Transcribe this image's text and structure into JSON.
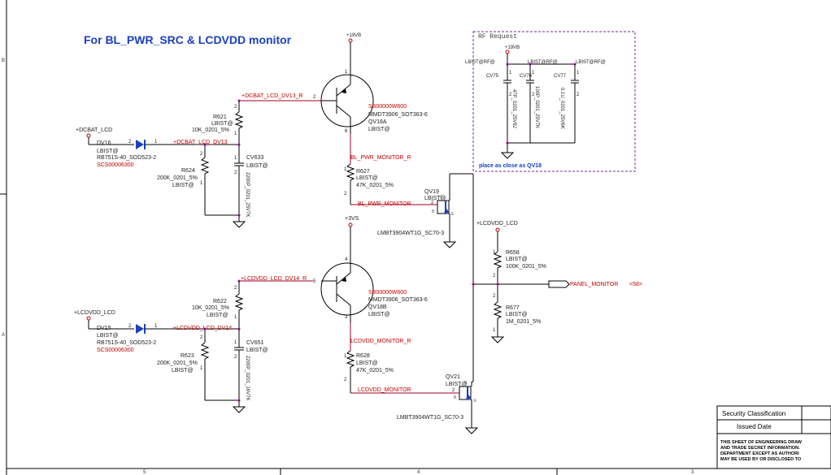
{
  "title": "For BL_PWR_SRC & LCDVDD monitor",
  "frame": {
    "left_a": "B",
    "left_b": "A",
    "bottom_1": "5",
    "bottom_2": "4",
    "bottom_3": "3"
  },
  "rf": {
    "title": "RF Request",
    "rail": "+19VB",
    "bist1": "LBIST@RF@",
    "bist2": "LBIST@RF@",
    "bist3": "LBIST@RF@",
    "c1_ref": "CV75",
    "c1_val": "47P_0201_25V8J",
    "c2_ref": "CV76",
    "c2_val": "100P_0201_25V7K",
    "c3_ref": "CV77",
    "c3_val": "0.1U_0201_25V6K",
    "note": "place as close as QV18"
  },
  "top": {
    "rail": "+19VB",
    "in_net": "+DCBAT_LCD",
    "diode_ref": "DV16",
    "diode_bist": "LBIST@",
    "diode_part": "RB751S-40_SOD523-2",
    "diode_scs": "SCS00006300",
    "diode_out_net": "+DCBAT_LCD_DV13",
    "base_net": "+DCBAT_LCD_DV13_R",
    "r621_ref": "R621",
    "r621_bist": "LBIST@",
    "r621_val": "10K_0201_5%",
    "r624_ref": "R624",
    "r624_val": "200K_0201_5%",
    "r624_bist": "LBIST@",
    "cv633_ref": "CV633",
    "cv633_bist": "LBIST@",
    "cv633_val": "2200P_0201_25V7K",
    "q_part": "SB00000W600",
    "q_model": "MMDT3906_SOT363-6",
    "q_ref": "QV18A",
    "q_bist": "LBIST@",
    "mon_r_net": "BL_PWR_MONITOR_R",
    "r627_ref": "R627",
    "r627_bist": "LBIST@",
    "r627_val": "47K_0201_5%",
    "mon_net": "BL_PWR_MONITOR",
    "qv19_ref": "QV19",
    "qv19_bist": "LBIST@",
    "qv19_part": "LMBT3904WT1G_SC70-3"
  },
  "bottom": {
    "rail": "+3VS",
    "in_net": "+LCDVDD_LCD",
    "diode_ref": "DV15",
    "diode_bist": "LBIST@",
    "diode_part": "RB751S-40_SOD523-2",
    "diode_scs": "SCS00006300",
    "diode_out_net": "+LCDVDD_LCD_DV14",
    "base_net": "+LCDVDD_LCD_DV14_R",
    "r622_ref": "R622",
    "r622_val": "10K_0201_5%",
    "r622_bist": "LBIST@",
    "r623_ref": "R623",
    "r623_val": "200K_0201_5%",
    "r623_bist": "LBIST@",
    "cv651_ref": "CV651",
    "cv651_bist": "LBIST@",
    "cv651_val": "2200P_0201_16V7K",
    "q_part": "SB00000W600",
    "q_model": "MMDT3906_SOT363-6",
    "q_ref": "QV18B",
    "q_bist": "LBIST@",
    "mon_r_net": "LCDVDD_MONITOR_R",
    "r628_ref": "R628",
    "r628_bist": "LBIST@",
    "r628_val": "47K_0201_5%",
    "mon_net": "LCDVDD_MONITOR",
    "qv21_ref": "QV21",
    "qv21_bist": "LBIST@",
    "qv21_part": "LMBT3904WT1G_SC70-3"
  },
  "right": {
    "rail": "+LCDVDD_LCD",
    "r658_ref": "R658",
    "r658_bist": "LBIST@",
    "r658_val": "100K_0201_5%",
    "r677_ref": "R677",
    "r677_bist": "LBIST@",
    "r677_val": "1M_0201_5%",
    "out_net": "PANEL_MONITOR",
    "out_ref": "<58>"
  },
  "titleblock": {
    "security": "Security Classification",
    "issued": "Issued Date",
    "notice1": "THIS SHEET OF ENGINEERING DRAW",
    "notice2": "AND TRADE SECRET INFORMATION.",
    "notice3": "DEPARTMENT EXCEPT AS AUTHORI",
    "notice4": "MAY BE USED BY OR DISCLOSED TO"
  },
  "pins": {
    "p1": "1",
    "p2": "2",
    "p3": "3",
    "p4": "4",
    "p5": "5",
    "p6": "6",
    "b": "B",
    "c": "C",
    "e": "E"
  }
}
